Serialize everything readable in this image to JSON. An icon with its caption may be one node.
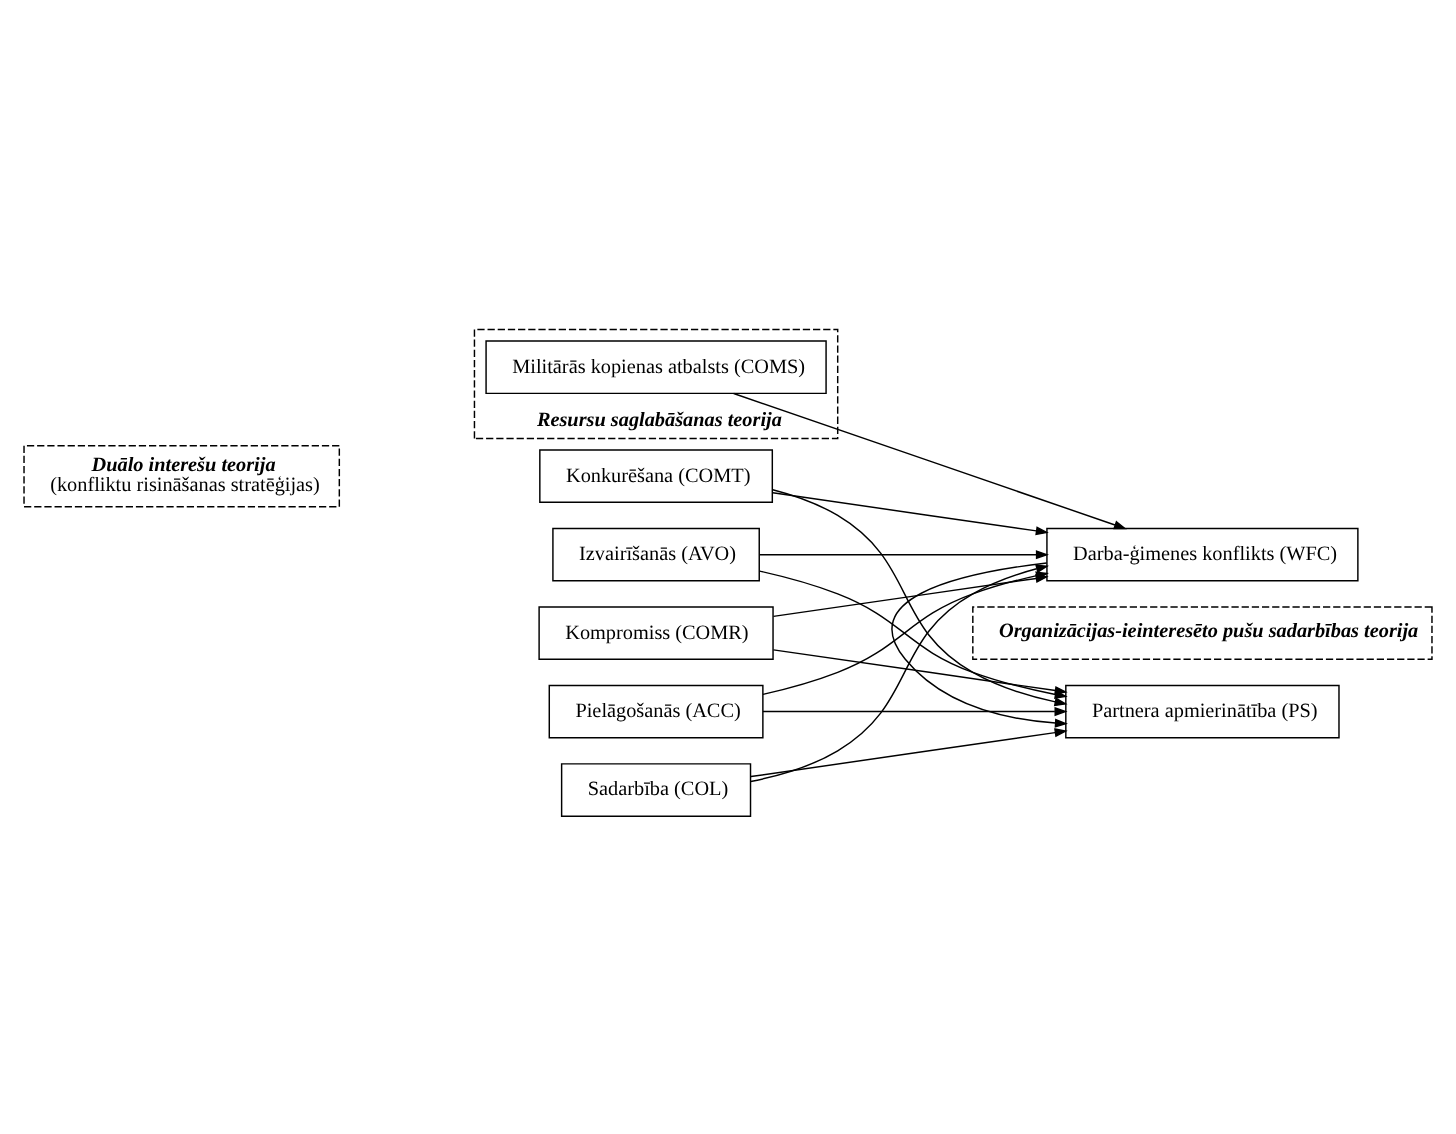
{
  "diagram": {
    "nodes": [
      {
        "text": [
          "Duālo interešu teorija",
          "(konfliktu risināšanas stratēģijas)"
        ]
      },
      {
        "text": [
          "Organizācijas-ieinteresēto pušu sadarbības teorija"
        ]
      },
      {
        "text": [
          "Resursu saglabāšanas teorija"
        ]
      },
      {
        "text": [
          "Konkurēšana (COMT)"
        ]
      },
      {
        "text": [
          "Izvairīšanās (AVO)"
        ]
      },
      {
        "text": [
          "Kompromiss (COMR)"
        ]
      },
      {
        "text": [
          "Pielāgošanās (ACC)"
        ]
      },
      {
        "text": [
          "Sadarbība (COL)"
        ]
      },
      {
        "text": [
          "Partnera apmierinātība (PS)"
        ]
      },
      {
        "text": [
          "Darba-ģimenes konflikts (WFC)"
        ]
      },
      {
        "text": [
          "Militārās kopienas atbalsts (COMS)"
        ],
        "in": 2
      }
    ],
    "edges": [
      {
        "from": 3,
        "to": 8,
        "arrow": "to"
      },
      {
        "from": 3,
        "to": 9,
        "arrow": "to"
      },
      {
        "from": 4,
        "to": 8,
        "arrow": "to"
      },
      {
        "from": 4,
        "to": 9,
        "arrow": "to"
      },
      {
        "from": 5,
        "to": 8,
        "arrow": "to"
      },
      {
        "from": 5,
        "to": 9,
        "arrow": "to"
      },
      {
        "from": 6,
        "to": 8,
        "arrow": "to"
      },
      {
        "from": 6,
        "to": 9,
        "arrow": "to"
      },
      {
        "from": 7,
        "to": 8,
        "arrow": "to"
      },
      {
        "from": 7,
        "to": 9,
        "arrow": "to"
      },
      {
        "from": 9,
        "to": 8,
        "arrow": "to"
      },
      {
        "from": 10,
        "to": 9,
        "arrow": "to"
      }
    ]
  }
}
